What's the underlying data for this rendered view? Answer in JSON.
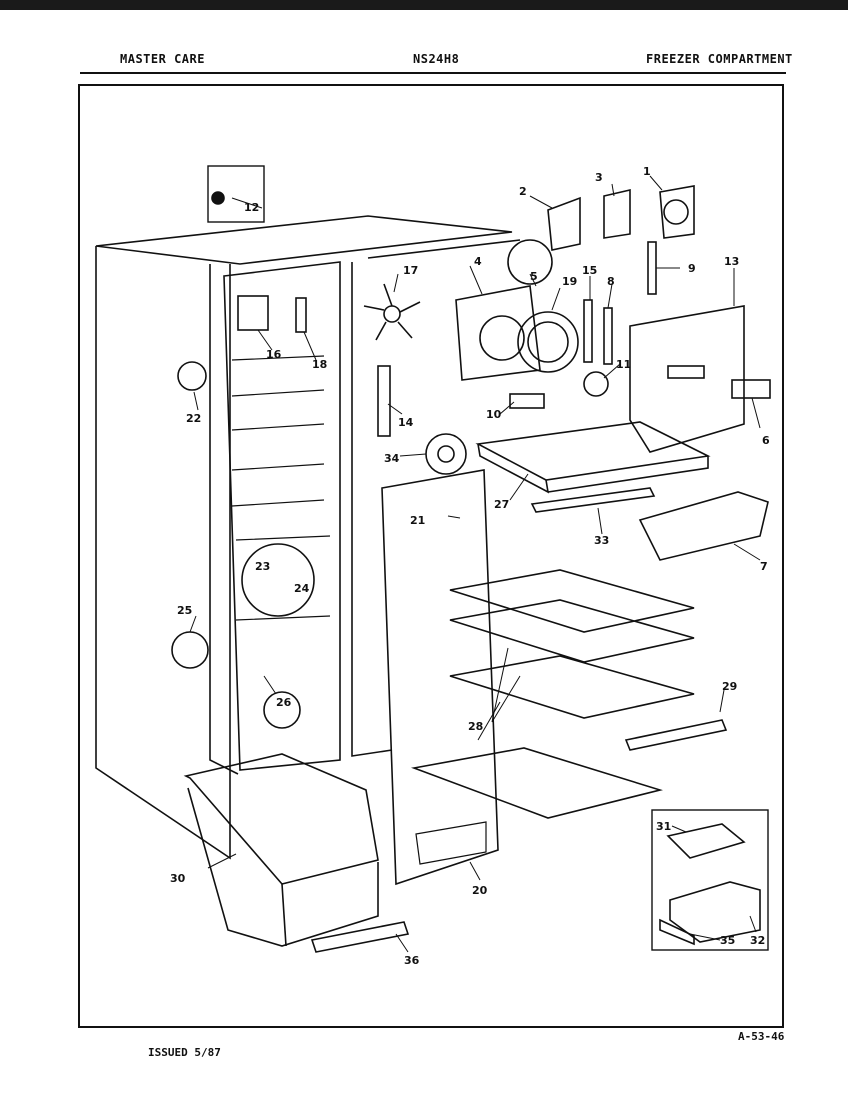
{
  "header": {
    "brand": "MASTER CARE",
    "model": "NS24H8",
    "section": "FREEZER COMPARTMENT"
  },
  "footer": {
    "issued": "ISSUED 5/87",
    "code": "A-53-46"
  },
  "parts": {
    "p1": "1",
    "p2": "2",
    "p3": "3",
    "p4": "4",
    "p5": "5",
    "p6": "6",
    "p7": "7",
    "p8": "8",
    "p9": "9",
    "p10": "10",
    "p11": "11",
    "p12": "12",
    "p13": "13",
    "p14": "14",
    "p15": "15",
    "p16": "16",
    "p17": "17",
    "p18": "18",
    "p19": "19",
    "p20": "20",
    "p21": "21",
    "p22": "22",
    "p23": "23",
    "p24": "24",
    "p25": "25",
    "p26": "26",
    "p27": "27",
    "p28": "28",
    "p29": "29",
    "p30": "30",
    "p31": "31",
    "p32": "32",
    "p33": "33",
    "p34": "34",
    "p35": "35",
    "p36": "36"
  }
}
